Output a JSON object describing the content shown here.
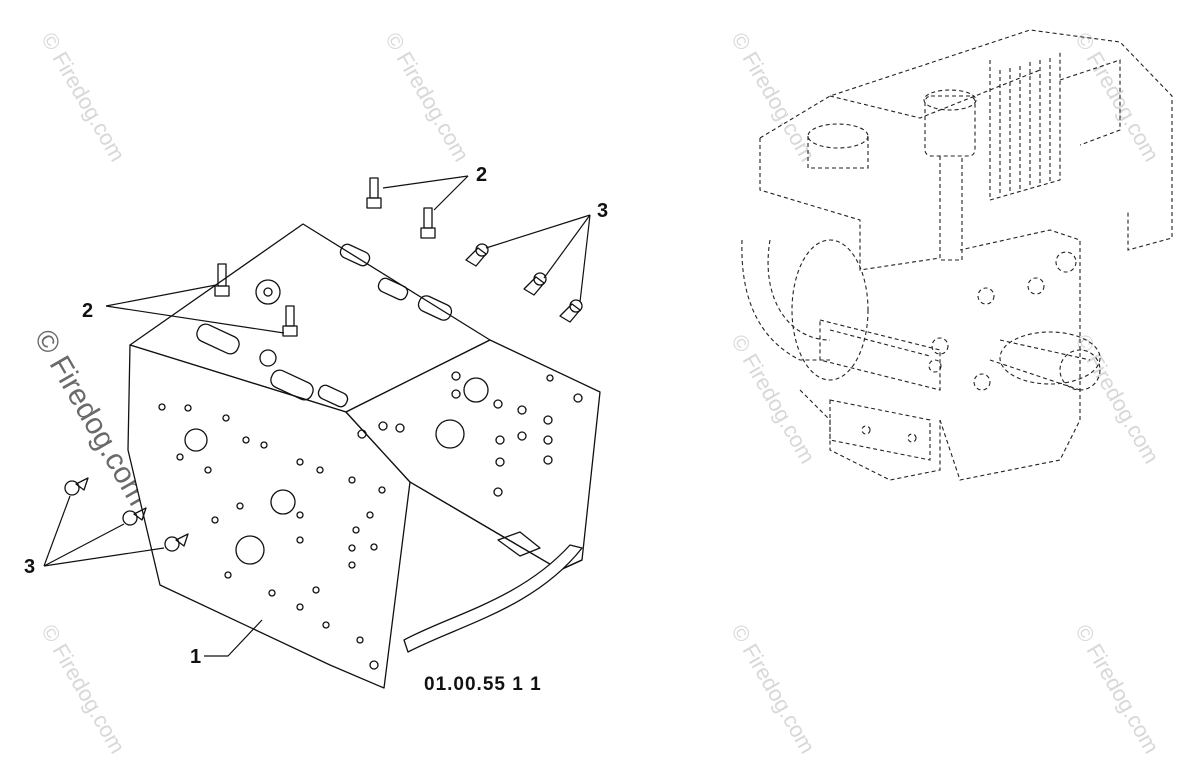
{
  "watermark": {
    "text": "© Firedog.com",
    "color": "#d8d8d8"
  },
  "callouts": {
    "frame": "1",
    "stud": "2",
    "nut": "3"
  },
  "drawing_code": "01.00.55 1 1"
}
